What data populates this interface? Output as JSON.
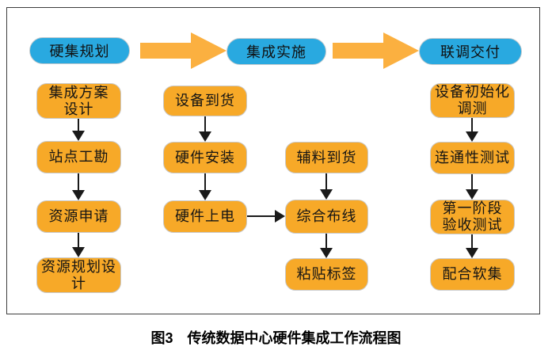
{
  "caption": "图3　传统数据中心硬件集成工作流程图",
  "colors": {
    "phase_pill_blue": "#29a9e0",
    "step_box_orange": "#f7a928",
    "block_arrow_orange": "#fbb040",
    "connector_black": "#1a1a1a",
    "frame_border": "#3d3d3d"
  },
  "phases": [
    {
      "label": "硬集规划"
    },
    {
      "label": "集成实施"
    },
    {
      "label": "联调交付"
    }
  ],
  "steps": {
    "planning": [
      "集成方案\n设计",
      "站点工勘",
      "资源申请",
      "资源规划设\n计"
    ],
    "implementation_main": [
      "设备到货",
      "硬件安装",
      "硬件上电"
    ],
    "implementation_aux": [
      "辅料到货",
      "综合布线",
      "粘贴标签"
    ],
    "delivery": [
      "设备初始化\n调测",
      "连通性测试",
      "第一阶段\n验收测试",
      "配合软集"
    ]
  }
}
